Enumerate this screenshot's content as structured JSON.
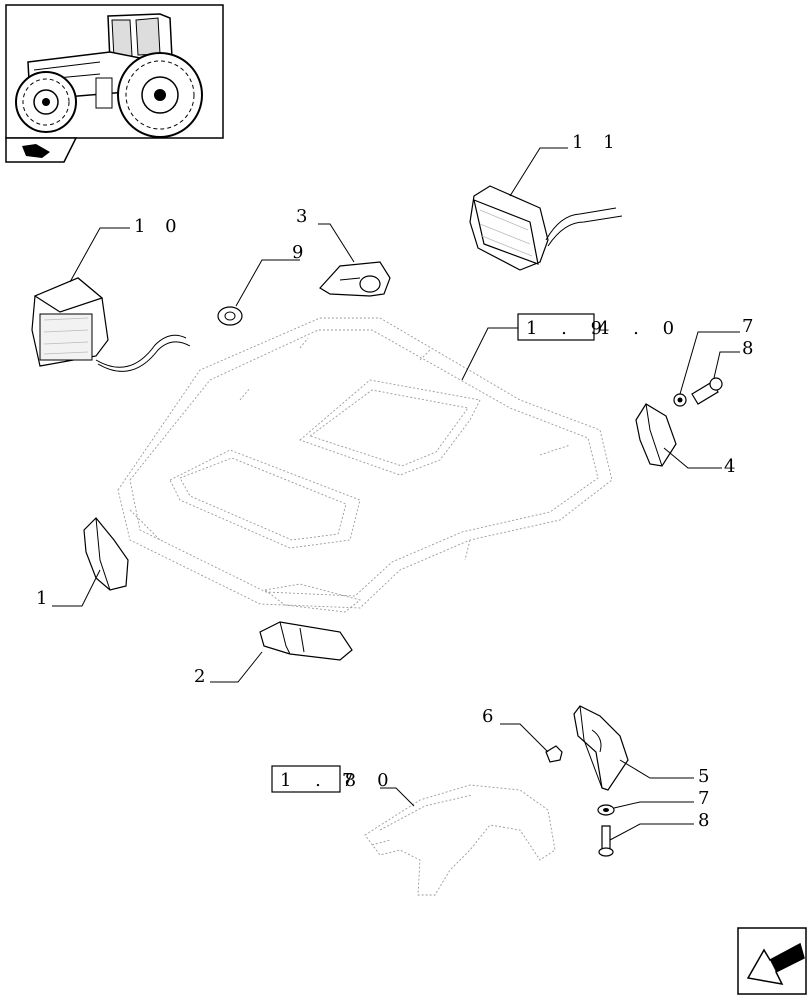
{
  "callouts": {
    "c1": "1",
    "c2": "2",
    "c3": "3",
    "c4": "4",
    "c5": "5",
    "c6": "6",
    "c7a": "7",
    "c7b": "7",
    "c8a": "8",
    "c8b": "8",
    "c9": "9",
    "c10": "1 0",
    "c11": "1 1"
  },
  "refs": {
    "ref_roof": {
      "boxed": "1 . 9",
      "rest": "4 . 0"
    },
    "ref_fender": {
      "boxed": "1 . 8",
      "rest": "7  0"
    }
  },
  "icons": {
    "thumbnail": "tractor-thumbnail-icon",
    "section": "section-marker-icon",
    "nav": "next-page-arrow-icon"
  }
}
